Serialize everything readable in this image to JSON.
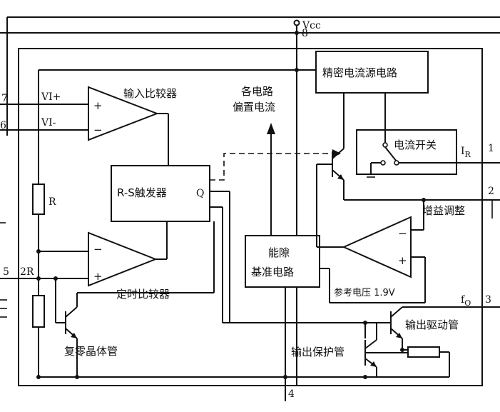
{
  "labels": {
    "vcc": "Vcc",
    "precision_current_source": "精密电流源电路",
    "bias_line1": "各电路",
    "bias_line2": "偏置电流",
    "input_comparator": "输入比较器",
    "rs_flipflop": "R-S触发器",
    "q_output": "Q",
    "current_switch": "电流开关",
    "ir": "I",
    "ir_sub": "R",
    "gain_adjust": "增益调整",
    "bandgap_line1": "能隙",
    "bandgap_line2": "基准电路",
    "ref_voltage": "参考电压 1.9V",
    "timing_comparator": "定时比较器",
    "reset_transistor": "复零晶体管",
    "output_protection": "输出保护管",
    "output_driver": "输出驱动管",
    "fo": "f",
    "fo_sub": "O",
    "vi_plus": "VI+",
    "vi_minus": "VI-",
    "resistor_r": "R",
    "two_r": "2R",
    "plus": "+",
    "minus": "−"
  },
  "pins": {
    "p1": "1",
    "p2": "2",
    "p3": "3",
    "p4": "4",
    "p5": "5",
    "p6": "6",
    "p7": "7",
    "p8": "8"
  }
}
